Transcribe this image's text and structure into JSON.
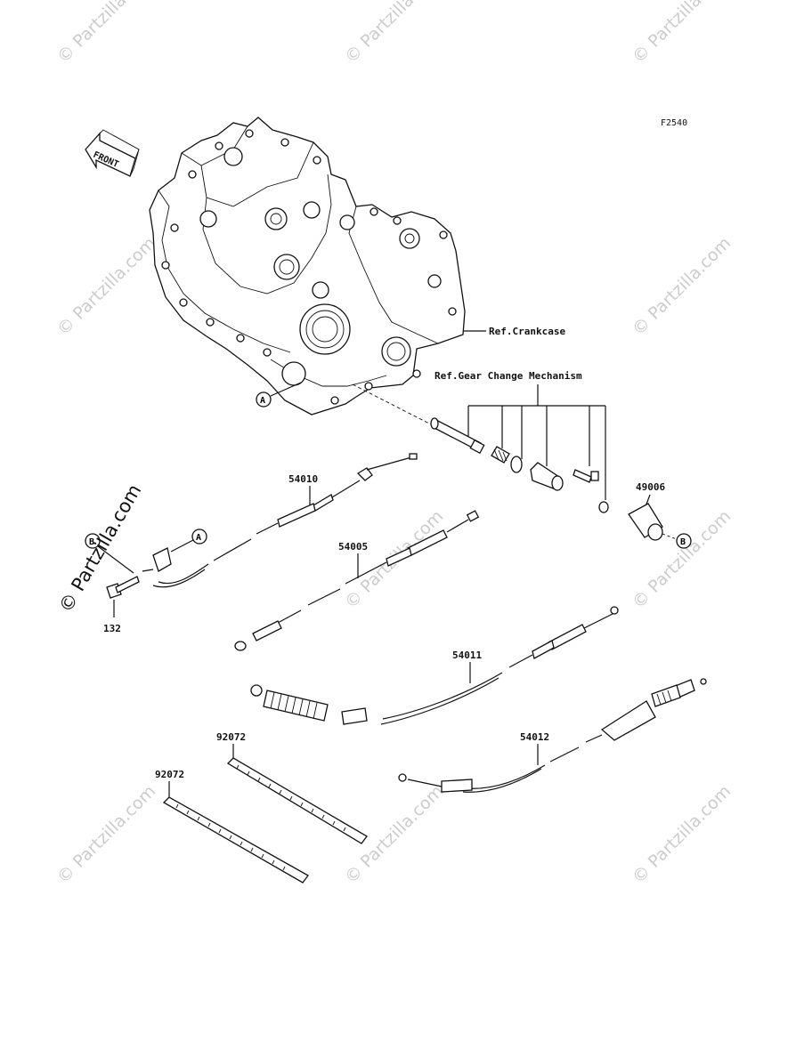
{
  "figure_code": "F2540",
  "front_label": "FRONT",
  "references": {
    "crankcase": "Ref.Crankcase",
    "gear_change": "Ref.Gear Change Mechanism"
  },
  "callouts": {
    "a": "A",
    "b": "B"
  },
  "parts": {
    "p54010": "54010",
    "p54005": "54005",
    "p49006": "49006",
    "p54011": "54011",
    "p54012": "54012",
    "p92072_upper": "92072",
    "p92072_lower": "92072",
    "p132": "132"
  },
  "watermark": {
    "text": "© Partzilla.com",
    "big_text": "© Partzilla.com"
  }
}
